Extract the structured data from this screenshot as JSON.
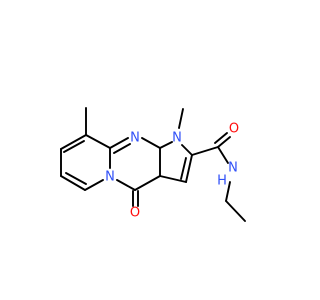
{
  "molecule": {
    "atoms": {
      "n_pyrrole": "N",
      "n_pyrimidine": "N",
      "n_pyridine": "N",
      "n_amide": "N",
      "h_amide": "H",
      "o_carbonyl": "O",
      "o_amide": "O"
    }
  },
  "colors": {
    "bond": "#000000",
    "nitrogen": "#3050F8",
    "oxygen": "#FF0D0D"
  }
}
